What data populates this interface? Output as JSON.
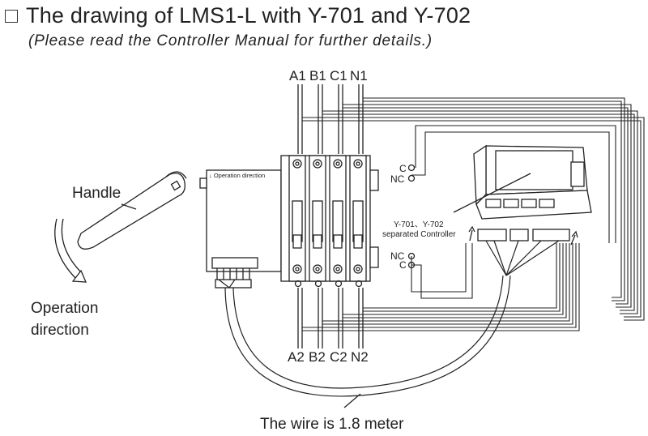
{
  "header": {
    "title": "The drawing of LMS1-L with Y-701 and Y-702",
    "subtitle": "(Please read  the Controller Manual for further details.)"
  },
  "diagram": {
    "terminals_top": [
      "A1",
      "B1",
      "C1",
      "N1"
    ],
    "terminals_bottom": [
      "A2",
      "B2",
      "C2",
      "N2"
    ],
    "handle_label": "Handle",
    "operation_label_line1": "Operation",
    "operation_label_line2": "direction",
    "switch_panel_label": "↓ Operation direction",
    "controller_label_line1": "Y-701、Y-702",
    "controller_label_line2": "separated Controller",
    "contact_top_c": "C",
    "contact_top_nc": "NC",
    "contact_bottom_nc": "NC",
    "contact_bottom_c": "C",
    "wire_note": "The wire is 1.8 meter"
  }
}
